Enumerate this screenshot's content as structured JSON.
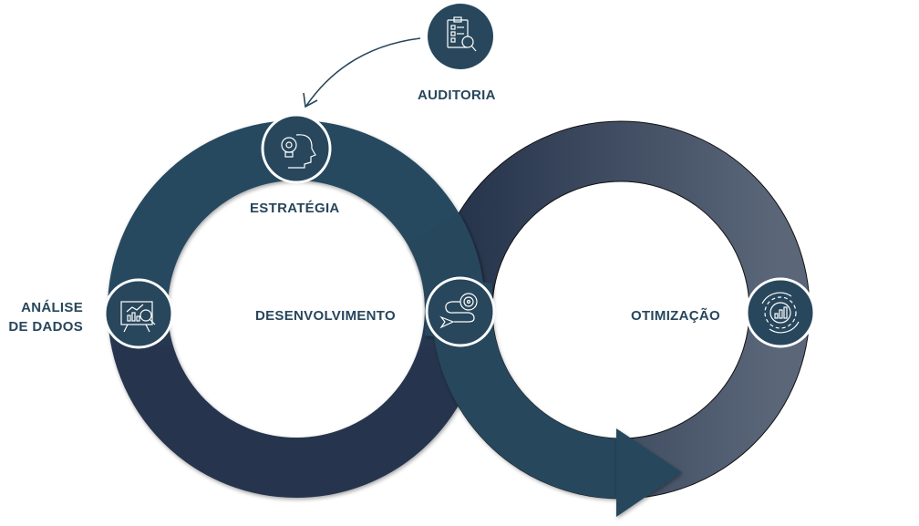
{
  "steps": {
    "auditoria": {
      "label": "AUDITORIA",
      "icon": "clipboard-search-icon"
    },
    "estrategia": {
      "label": "ESTRATÉGIA",
      "icon": "lightbulb-head-icon"
    },
    "analise": {
      "label_line1": "ANÁLISE",
      "label_line2": "DE DADOS",
      "icon": "chart-presentation-search-icon"
    },
    "desenvolvimento": {
      "label": "DESENVOLVIMENTO",
      "icon": "target-path-icon"
    },
    "otimizacao": {
      "label": "OTIMIZAÇÃO",
      "icon": "gear-chart-cycle-icon"
    }
  },
  "colors": {
    "primary": "#27465c",
    "dark": "#26344c",
    "light": "#5a6678"
  }
}
